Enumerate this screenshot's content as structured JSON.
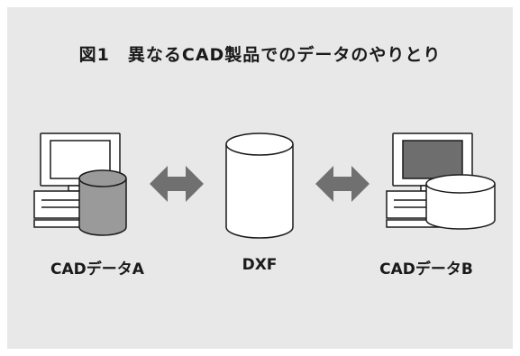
{
  "figure": {
    "title": "図1　異なるCAD製品でのデータのやりとり",
    "labels": {
      "left": "CADデータA",
      "center": "DXF",
      "right": "CADデータB"
    }
  },
  "colors": {
    "background": "#e8e8e8",
    "arrow": "#707070",
    "left_cylinder": "#9a9a9a",
    "left_screen": "#ffffff",
    "right_screen": "#6e6e6e",
    "right_cylinder": "#ffffff"
  }
}
